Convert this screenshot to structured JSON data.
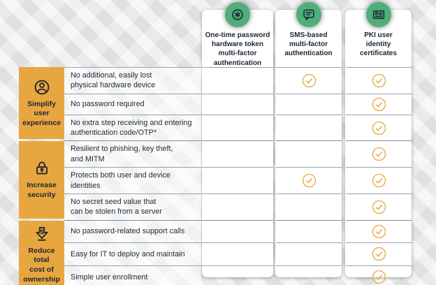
{
  "colors": {
    "accent_orange": "#E8A640",
    "green": "#4FAE79",
    "text_dark": "#1D2630",
    "divider": "#9AA1A8",
    "page_bg": "#E9EAEC",
    "card_bg": "#FFFFFF",
    "check_orange": "#E9A640"
  },
  "columns": [
    {
      "id": "otp-hardware-token",
      "icon": "asterisk-icon",
      "label": "One-time password\nhardware token\nmulti-factor\nauthentication"
    },
    {
      "id": "sms-mfa",
      "icon": "sms-icon",
      "label": "SMS-based\nmulti-factor\nauthentication"
    },
    {
      "id": "pki-certificates",
      "icon": "certificate-icon",
      "label": "PKI user\nidentity\ncertificates"
    }
  ],
  "groups": [
    {
      "id": "simplify-user-experience",
      "icon": "user-icon",
      "label": "Simplify\nuser\nexperience",
      "rows": [
        {
          "feature": "No additional, easily lost\nphysical hardware device",
          "checks": [
            false,
            true,
            true
          ]
        },
        {
          "feature": "No password required",
          "checks": [
            false,
            false,
            true
          ]
        },
        {
          "feature": "No extra step receiving and entering\nauthentication code/OTP*",
          "checks": [
            false,
            false,
            true
          ]
        }
      ]
    },
    {
      "id": "increase-security",
      "icon": "lock-icon",
      "label": "Increase\nsecurity",
      "rows": [
        {
          "feature": "Resilient to phishing, key theft,\nand MITM",
          "checks": [
            false,
            false,
            true
          ]
        },
        {
          "feature": "Protects both user and device identities",
          "checks": [
            false,
            true,
            true
          ]
        },
        {
          "feature": "No secret seed value that\ncan be stolen from a server",
          "checks": [
            false,
            false,
            true
          ]
        }
      ]
    },
    {
      "id": "reduce-total-cost-of-ownership",
      "icon": "cost-reduction-icon",
      "label": "Reduce\ntotal\ncost of\nownership",
      "rows": [
        {
          "feature": "No password-related support calls",
          "checks": [
            false,
            false,
            true
          ]
        },
        {
          "feature": "Easy for IT to deploy and maintain",
          "checks": [
            false,
            false,
            true
          ]
        },
        {
          "feature": "Simple user enrollment",
          "checks": [
            false,
            false,
            true
          ]
        }
      ]
    }
  ]
}
